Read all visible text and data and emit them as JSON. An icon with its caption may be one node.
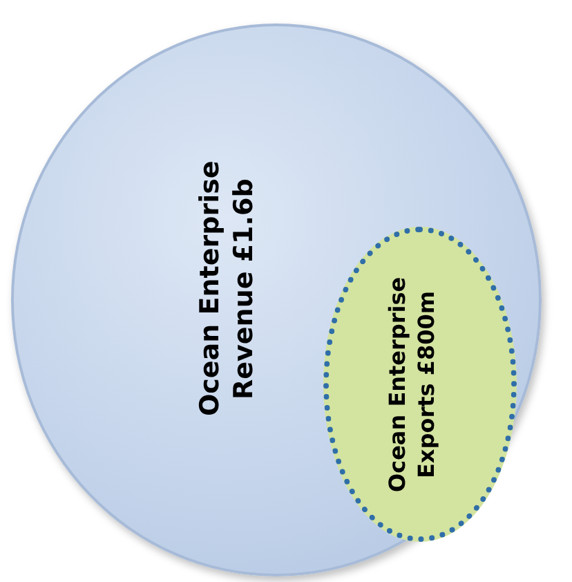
{
  "diagram": {
    "nodes": [
      {
        "text": [
          "Ocean Enterprise Revenue £1.6b"
        ]
      },
      {
        "text": [
          "Ocean Enterprise Exports £800m"
        ],
        "in": 0
      }
    ]
  }
}
